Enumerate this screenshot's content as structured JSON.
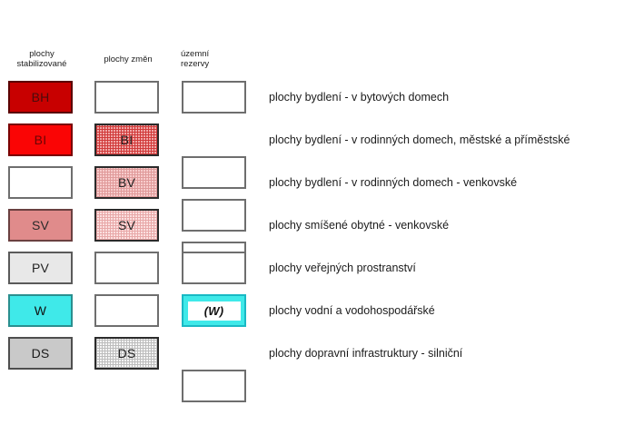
{
  "legend": {
    "columns": [
      {
        "id": "stabilizovane",
        "label": "plochy\nstabilizované"
      },
      {
        "id": "zmen",
        "label": "plochy změn"
      },
      {
        "id": "rezervy",
        "label": "územní\nrezervy"
      }
    ],
    "colors": {
      "bh": "#c80000",
      "bi": "#fa0505",
      "bi_hatch": "#f0a8a8",
      "bv_hatch": "#f7cccc",
      "sv": "#e08b8b",
      "sv_hatch": "#fbe0e0",
      "pv": "#e8e8e8",
      "w": "#3fe9e9",
      "ds": "#c9c9c9",
      "ds_hatch": "#f5f5f5",
      "empty_border": "#6e6e6e"
    },
    "rows": [
      {
        "code": "BH",
        "stabilizovane": "BH",
        "zmen": "",
        "rezervy": "",
        "description": "plochy bydlení - v bytových domech"
      },
      {
        "code": "BI",
        "stabilizovane": "BI",
        "zmen": "BI",
        "rezervy": "",
        "description": "plochy bydlení - v rodinných domech, městské a příměstské"
      },
      {
        "code": "BV",
        "stabilizovane": "",
        "zmen": "BV",
        "rezervy": "",
        "description": "plochy bydlení - v rodinných domech - venkovské"
      },
      {
        "code": "SV",
        "stabilizovane": "SV",
        "zmen": "SV",
        "rezervy": "",
        "description": "plochy smíšené obytné - venkovské"
      },
      {
        "code": "PV",
        "stabilizovane": "PV",
        "zmen": "",
        "rezervy": "",
        "description": "plochy veřejných prostranství"
      },
      {
        "code": "W",
        "stabilizovane": "W",
        "zmen": "",
        "rezervy": "(W)",
        "description": "plochy vodní a vodohospodářské"
      },
      {
        "code": "DS",
        "stabilizovane": "DS",
        "zmen": "DS",
        "rezervy": "",
        "description": "plochy dopravní infrastruktury - silniční"
      }
    ]
  }
}
